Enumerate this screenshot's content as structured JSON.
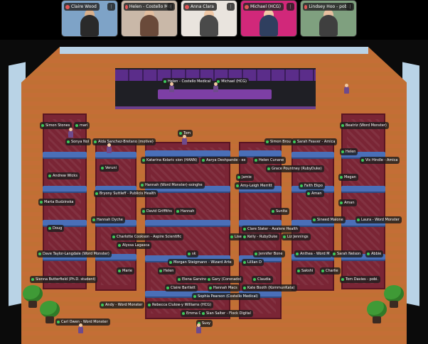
{
  "videos": [
    {
      "name": "Claire Wood",
      "bg": "#7ea3c7",
      "body": "#2a2a2a",
      "skin": "#d9b08c"
    },
    {
      "name": "Helen - Costello Mo",
      "bg": "#c9b8a8",
      "body": "#6a4a3a",
      "skin": "#e3bfa0"
    },
    {
      "name": "Anna Clara",
      "bg": "#e9e4de",
      "body": "#4a4a4a",
      "skin": "#f0c8a6"
    },
    {
      "name": "Michael (HCG)",
      "bg": "#d1287a",
      "body": "#2f3f5f",
      "skin": "#f1c8a6"
    },
    {
      "name": "Lindsey Hoo - pobi.",
      "bg": "#7fa07f",
      "body": "#3f3f3f",
      "skin": "#e7c0a0"
    }
  ],
  "stage": {
    "speakers": [
      {
        "name": "Helen - Costello Medical"
      },
      {
        "name": "Michael (HCG)"
      }
    ]
  },
  "participants": [
    "Simon Stones",
    "mari",
    "Sonya Nol",
    "Aida Sanchez-Bretano (motive)",
    "Tom",
    "Simon Brou",
    "Sarah Feaver - Amica",
    "Beatriz (Word Monster)",
    "Veruni",
    "Katarina Kolaric sion (HANN)",
    "Aarya Deshpande - ex",
    "Helen Cunane",
    "Vic Hindle - Amica",
    "Helen",
    "Andrew Wicks",
    "Jamie",
    "Grace Pountney (RubyDuke)",
    "Megan",
    "Hannah (Word Monster)-ssinghe",
    "Amy-Leigh Merritt",
    "Faith Ekpo",
    "Bryony Suttleff - Publicis Health",
    "Aman",
    "Marta Budzinska",
    "David Griffiths",
    "Hannah",
    "Sunita",
    "Aman",
    "Doug",
    "Hannah Dyche",
    "Sineed Malone",
    "Laura - Word Monster",
    "Charlotte Cookson - Aspire Scientific",
    "Lise",
    "Kelly - RubyDuke",
    "Liz Jennings",
    "Clare Slater - Avalere Health",
    "Alyssa Lagasca",
    "Dave Taylor-Langdale (Word Monster)",
    "sk",
    "Jennifer Bone",
    "Anthea - Word M",
    "Sarah Nelson",
    "Abbie",
    "Morgan Steigmann - Wizard Arte",
    "Lillian D",
    "Marie",
    "Helen",
    "Sakshi",
    "Charlie",
    "Sienna Butterfield (Ph.D. student)",
    "Elena Garvino",
    "Gary (Coronado)",
    "Claudia",
    "Tom Davies - pobi.",
    "Claire Bartlett",
    "Hannah Macs",
    "Kate Booth (KommunKata)",
    "Sophia Pearson (Costello Medical)",
    "Andy - Word Monster",
    "Rebecca Clulow-y Williams (HCG)",
    "Emma C",
    "Sian Salter - Flock Digital",
    "Carl Owen - Word Monster",
    "Susy"
  ]
}
